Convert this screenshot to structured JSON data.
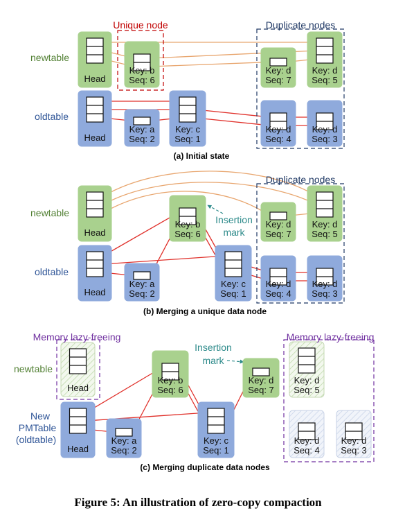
{
  "colors": {
    "green_fill": "#a9d18e",
    "green_text": "#538135",
    "blue_fill": "#8faadc",
    "blue_text": "#2f5597",
    "red": "#e0302a",
    "orange": "#e8a66f",
    "dark_red": "#c00000",
    "navy": "#1f3864",
    "purple": "#7030a0",
    "teal": "#2e8b8b"
  },
  "panels": [
    {
      "caption": "(a) Initial state",
      "row_labels": [
        "newtable",
        "oldtable"
      ],
      "region_labels": [
        "Unique node",
        "Duplicate nodes"
      ],
      "nodes": [
        {
          "head": true,
          "text": "Head"
        },
        {
          "key": "Key: b",
          "seq": "Seq: 6"
        },
        {
          "key": "Key: d",
          "seq": "Seq: 7"
        },
        {
          "key": "Key: d",
          "seq": "Seq: 5"
        },
        {
          "head": true,
          "text": "Head"
        },
        {
          "key": "Key: a",
          "seq": "Seq: 2"
        },
        {
          "key": "Key: c",
          "seq": "Seq: 1"
        },
        {
          "key": "Key: d",
          "seq": "Seq: 4"
        },
        {
          "key": "Key: d",
          "seq": "Seq: 3"
        }
      ]
    },
    {
      "caption": "(b) Merging a unique data node",
      "row_labels": [
        "newtable",
        "oldtable"
      ],
      "region_labels": [
        "Duplicate nodes"
      ],
      "annotation": [
        "Insertion",
        "mark"
      ],
      "nodes": [
        {
          "head": true,
          "text": "Head"
        },
        {
          "key": "Key: b",
          "seq": "Seq: 6"
        },
        {
          "key": "Key: d",
          "seq": "Seq: 7"
        },
        {
          "key": "Key: d",
          "seq": "Seq: 5"
        },
        {
          "head": true,
          "text": "Head"
        },
        {
          "key": "Key: a",
          "seq": "Seq: 2"
        },
        {
          "key": "Key: c",
          "seq": "Seq: 1"
        },
        {
          "key": "Key: d",
          "seq": "Seq: 4"
        },
        {
          "key": "Key: d",
          "seq": "Seq: 3"
        }
      ]
    },
    {
      "caption": "(c) Merging duplicate data nodes",
      "row_labels": [
        "newtable",
        "New",
        "PMTable",
        "(oldtable)"
      ],
      "region_labels": [
        "Memory lazy-freeing",
        "Memory lazy-freeing"
      ],
      "annotation": [
        "Insertion",
        "mark"
      ],
      "nodes": [
        {
          "head": true,
          "text": "Head"
        },
        {
          "key": "Key: b",
          "seq": "Seq: 6"
        },
        {
          "key": "Key: d",
          "seq": "Seq: 7"
        },
        {
          "head": true,
          "text": "Head"
        },
        {
          "key": "Key: a",
          "seq": "Seq: 2"
        },
        {
          "key": "Key: c",
          "seq": "Seq: 1"
        },
        {
          "key": "Key: d",
          "seq": "Seq: 5"
        },
        {
          "key": "Key: d",
          "seq": "Seq: 4"
        },
        {
          "key": "Key: d",
          "seq": "Seq: 3"
        }
      ]
    }
  ],
  "figure_caption": "Figure 5: An illustration of zero-copy compaction"
}
